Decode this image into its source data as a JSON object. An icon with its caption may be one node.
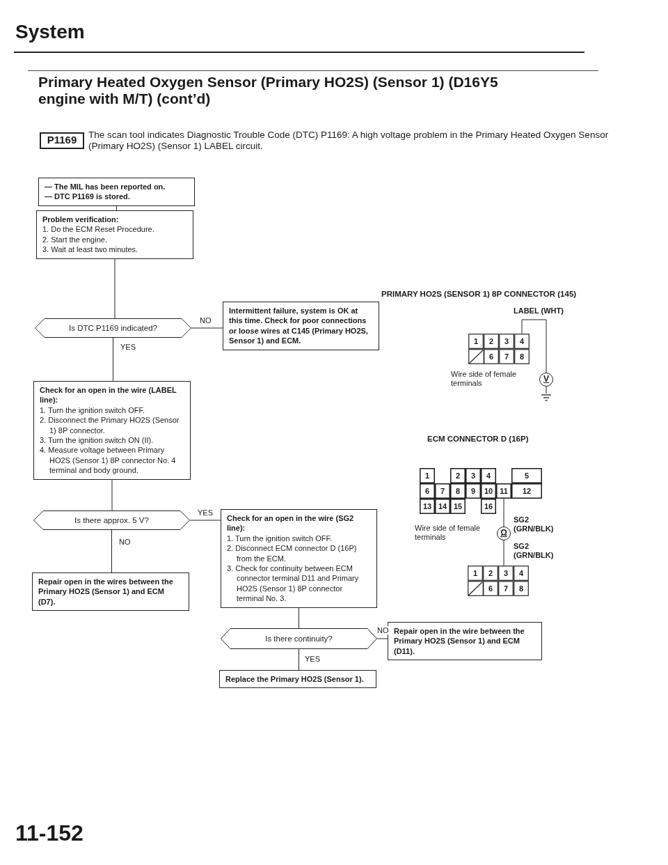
{
  "diagram": {
    "title": "Primary Heated Oxygen Sensor (Primary HO2S) (Sensor 1) (D16Y5 engine with M/T) (cont’d)",
    "nodes": [
      {
        "text": [
          "P1169"
        ],
        "beside": [
          "The scan tool indicates Diagnostic Trouble Code (DTC) P1169: A high voltage problem in the Primary Heated Oxygen Sensor (Primary HO2S) (Sensor 1) LABEL circuit."
        ]
      },
      {
        "text": [
          "— The MIL has been reported on.",
          "— DTC P1169 is stored."
        ]
      },
      {
        "text": [
          "Problem verification:",
          "1. Do the ECM Reset Procedure.",
          "2. Start the engine.",
          "3. Wait at least two minutes."
        ]
      },
      {
        "text": [
          "Is DTC P1169 indicated?"
        ]
      },
      {
        "text": [
          "Intermittent failure, system is OK at this time. Check for poor connections or loose wires at C145 (Primary HO2S, Sensor 1) and ECM."
        ]
      },
      {
        "text": [
          "Check for an open in the wire (LABEL line):",
          "1. Turn the ignition switch OFF.",
          "2. Disconnect the Primary HO2S (Sensor 1) 8P connector.",
          "3. Turn the ignition switch ON (II).",
          "4. Measure voltage between Primary HO2S (Sensor 1) 8P connector No. 4 terminal and body ground."
        ]
      },
      {
        "text": [
          "Is there approx. 5 V?"
        ]
      },
      {
        "text": [
          "Check for an open in the wire (SG2 line):",
          "1. Turn the ignition switch OFF.",
          "2. Disconnect ECM connector D (16P) from the ECM.",
          "3. Check for continuity between ECM connector terminal D11 and Primary HO2S (Sensor 1) 8P connector terminal No. 3."
        ]
      },
      {
        "text": [
          "Repair open in the wires between the Primary HO2S (Sensor 1) and ECM (D7)."
        ]
      },
      {
        "text": [
          "Is there continuity?"
        ]
      },
      {
        "text": [
          "Repair open in the wire between the Primary HO2S (Sensor 1) and ECM (D11)."
        ]
      },
      {
        "text": [
          "Replace the Primary HO2S (Sensor 1)."
        ]
      },
      {
        "text": [
          "1",
          "2",
          "3",
          "4",
          "6",
          "7",
          "8"
        ]
      },
      {
        "text": [
          "V"
        ]
      },
      {
        "text": [],
        "shape": "ground"
      },
      {
        "text": [
          "1",
          "2",
          "3",
          "4",
          "5",
          "6",
          "7",
          "8",
          "9",
          "10",
          "11",
          "12",
          "13",
          "14",
          "15",
          "16"
        ]
      },
      {
        "text": [
          "Ω"
        ]
      },
      {
        "text": [
          "1",
          "2",
          "3",
          "4",
          "6",
          "7",
          "8"
        ]
      }
    ],
    "edges": [
      {
        "from": 1,
        "to": 2,
        "arrow": "none"
      },
      {
        "from": 2,
        "to": 3,
        "arrow": "none"
      },
      {
        "from": 3,
        "to": 4,
        "arrow": "none",
        "label": "NO"
      },
      {
        "from": 3,
        "to": 5,
        "arrow": "none",
        "label": "YES"
      },
      {
        "from": 5,
        "to": 6,
        "arrow": "none"
      },
      {
        "from": 6,
        "to": 7,
        "arrow": "none",
        "label": "YES"
      },
      {
        "from": 6,
        "to": 8,
        "arrow": "none",
        "label": "NO"
      },
      {
        "from": 7,
        "to": 9,
        "arrow": "none"
      },
      {
        "from": 9,
        "to": 10,
        "arrow": "none",
        "label": "NO"
      },
      {
        "from": 9,
        "to": 11,
        "arrow": "none",
        "label": "YES"
      },
      {
        "from": 12,
        "to": 13,
        "arrow": "none"
      },
      {
        "from": 13,
        "to": 14,
        "arrow": "none"
      },
      {
        "from": 15,
        "to": 16,
        "arrow": "none"
      },
      {
        "from": 16,
        "to": 17,
        "arrow": "none"
      }
    ],
    "labels": [
      "System",
      "PRIMARY HO2S (SENSOR 1) 8P CONNECTOR (145)",
      "LABEL (WHT)",
      "Wire side of female terminals",
      "ECM CONNECTOR D (16P)",
      "SG2 (GRN/BLK)",
      "Wire side of female terminals",
      "SG2 (GRN/BLK)",
      "11-152"
    ]
  }
}
